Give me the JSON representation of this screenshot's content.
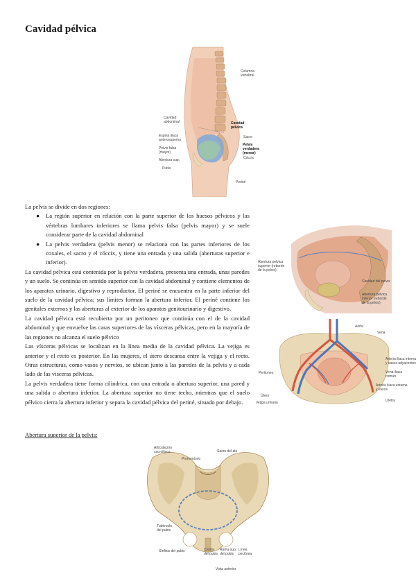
{
  "title": "Cavidad pélvica",
  "figure1": {
    "labels": {
      "columna": "Columna\nvertebral",
      "cav_abdominal": "Cavidad\nabdominal",
      "cav_pelvica": "Cavidad\npélvica",
      "sacro": "Sacro",
      "espina": "Espina iliaca\nanterosuperior",
      "pelvis_verdadera": "Pelvis\nverdadera\n(menor)",
      "pelvis_falsa": "Pelvis falsa\n(mayor)",
      "abertura": "Abertura sup.",
      "coccix": "Cóccix",
      "pubis": "Pubis",
      "perine": "Periné"
    }
  },
  "figure2": {
    "labels": {
      "left": "Abertura pelvica\nsuperior (reborde\nde la pelvis)",
      "right1": "Cavidad del pelvis",
      "right2": "Abertura pélvica\ninferior (reborde\nde la pelvis)"
    }
  },
  "figure3": {
    "labels": {
      "aorta": "Aorta",
      "vena": "Vena",
      "uretra": "Uretra",
      "r1": "Arteria iliaca interna\ny vasos adyacentes",
      "r2": "Vena iliaca\ncomún",
      "r3": "Arteria iliaca externa\ny vasos",
      "peritoneo": "Peritoneo",
      "l2": "Útero",
      "l3": "Vejiga urinaria"
    }
  },
  "figure4": {
    "labels": {
      "articulacion": "Articulación\nsacroiliaca",
      "promontorio": "Promontorio",
      "sacro": "Sacro del ala",
      "tuberculo": "Tubérculo\ndel pubis",
      "sinfisis": "Sínfisis del pubis",
      "cresta": "Cresta\ndel pubis",
      "rama": "Rama sup.\ndel pubis",
      "linea": "Línea\npectínea",
      "vista": "Vista anterior"
    }
  },
  "intro": "La pelvis se divide en dos regiones:",
  "bullets": [
    "La región superior en relación con la parte superior de los huesos pélvicos y las vértebras lumbares inferiores se llama pelvis falsa (pelvis mayor) y se suele considerar parte de la cavidad abdominal",
    "La pelvis verdadera (pelvis menor) se relaciona con las partes inferiores de los coxales, el sacro y el cóccix, y tiene una entrada y una salida (aberturas superior e inferior)."
  ],
  "paragraphs": [
    "La cavidad pélvica está contenida por la pelvis verdadera, presenta una entrada, unas paredes y un suelo. Se continúa en sentido superior con la cavidad abdominal y contiene elementos de los aparatos urinario, digestivo y reproductor. El periné se encuentra en la parte inferior del suelo de la cavidad pélvica; sus límites forman la abertura inferior. El periné contiene los genitales externos y las aberturas al exterior de los aparatos genitourinario y digestivo.",
    "La cavidad pélvica está recubierta por un peritoneo que continúa con el de la cavidad abdominal y que envuelve las caras superiores de las vísceras pélvicas, pero en la mayoría de las regiones no alcanza el suelo pélvico",
    "Las vísceras pélvicas se localizan en la línea media de la cavidad pélvica. La vejiga es anterior y el recto es posterior. En las mujeres, el útero descansa entre la vejiga y el recto. Otras estructuras, como vasos y nervios, se ubican junto a las paredes de la pelvis y a cada lado de las vísceras pélvicas.",
    "La pelvis verdadera tiene forma cilíndrica, con una entrada o abertura superior, una pared y una salida o abertura inferior. La abertura superior no tiene techo, mientras que el suelo pélvico cierra la abertura inferior y separa la cavidad pélvica del periné, situado por debajo."
  ],
  "section_heading": "Abertura superior de la pelvis:",
  "colors": {
    "skin": "#f2cfb8",
    "bone": "#ead9b6",
    "spine": "#d9b08a",
    "pelvis_blue": "#7fa8d8",
    "artery": "#d2553e",
    "vein": "#4d74b8"
  }
}
